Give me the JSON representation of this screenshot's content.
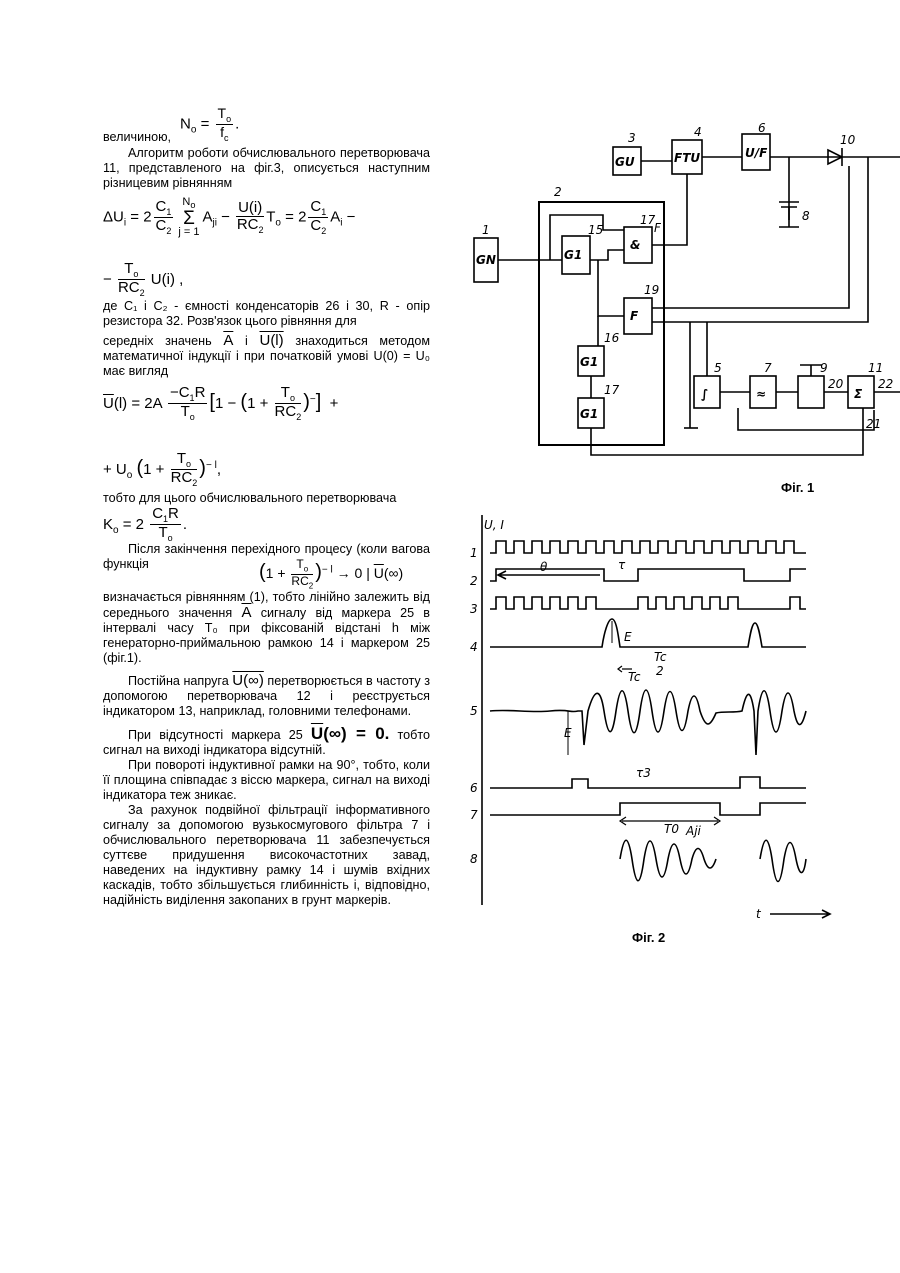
{
  "text": {
    "velychynoyu": "величиною,",
    "p_alg": "Алгоритм роботи обчислювального перетворювача 11, представленого на фіг.3, описується наступним різницевим рівнянням",
    "p_de": "де C₁ і C₂ - ємності конденсаторів 26 і 30, R - опір резистора 32. Розв'язок цього рівняння для",
    "p_ser_a": "середніх значень",
    "p_ser_i": "і",
    "p_ser_b": "знаходиться методом математичної індукції і при початковій умові U(0) = U₀ має вигляд",
    "p_tobto": "тобто для цього обчислювального перетворювача",
    "p_pislya": "Після закінчення перехідного процесу (коли вагова функція",
    "p_vyzn_a": "визначається рівнянням (1), тобто лінійно залежить від середнього значення",
    "p_vyzn_b": "сигналу від маркера 25 в інтервалі часу T₀ при фіксованій відстані h між генераторно-приймальною рамкою 14 і маркером 25 (фіг.1).",
    "p_post_a": "Постійна напруга",
    "p_post_b": "перетворюється в частоту з допомогою перетворювача 12 і реєструється індикатором 13, наприклад, головними телефонами.",
    "p_vids_a": "При відсутності маркера 25",
    "p_vids_b": "тобто сигнал на виході індикатора відсутній.",
    "p_povor": "При повороті індуктивної рамки на 90°, тобто, коли її площина співпадає з віссю маркера, сигнал на виході індикатора теж зникає.",
    "p_za": "За рахунок подвійної фільтрації інформативного сигналу за допомогою вузькосмугового фільтра 7 і обчислювального перетворювача 11 забезпечується суттєве придушення високочастотних завад, наведених на індуктивну рамку 14 і шумів вхідних каскадів, тобто збільшується глибинність і, відповідно, надійність виділення закопаних в грунт маркерів."
  },
  "fig1": {
    "caption": "Фіг. 1",
    "blocks": [
      "GN",
      "GU",
      "FTU",
      "U/F",
      "G1",
      "G1",
      "G1",
      "F",
      "F"
    ],
    "numbers": [
      "1",
      "2",
      "3",
      "4",
      "6",
      "8",
      "10",
      "15",
      "17",
      "19",
      "16",
      "17",
      "5",
      "7",
      "9",
      "20",
      "11",
      "22",
      "21"
    ]
  },
  "fig2": {
    "caption": "Фіг. 2",
    "axis_label": "U, I",
    "time_label": "t",
    "row_labels": [
      "1",
      "2",
      "3",
      "4",
      "5",
      "6",
      "7",
      "8"
    ],
    "annotations": [
      "θ",
      "τ",
      "E",
      "Tc",
      "Tc/2",
      "E",
      "τ3",
      "T0",
      "Aji"
    ]
  }
}
